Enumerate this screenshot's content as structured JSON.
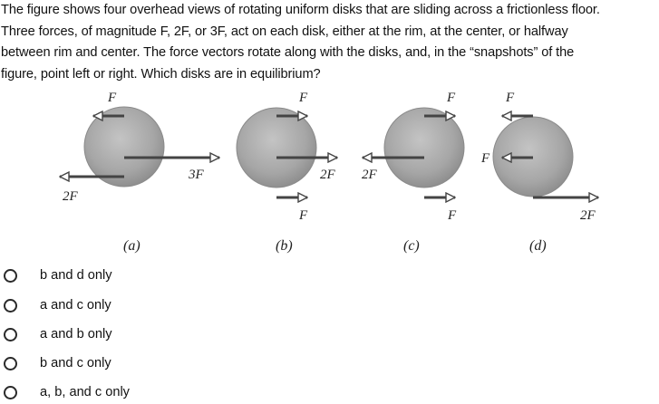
{
  "question": {
    "line1": "The figure shows four overhead views of rotating uniform disks that are sliding across a frictionless floor.",
    "line2": "Three forces, of magnitude F, 2F, or 3F, act on each disk, either at the rim, at the center, or halfway",
    "line3": "between rim and center. The force vectors rotate along with the disks, and, in the “snapshots” of the",
    "line4": "figure, point left or right. Which disks are in equilibrium?"
  },
  "figure": {
    "disk_a": {
      "caption": "(a)",
      "labels": {
        "top": "F",
        "right": "3F",
        "left": "2F"
      }
    },
    "disk_b": {
      "caption": "(b)",
      "labels": {
        "top": "F",
        "right": "2F",
        "bottom": "F"
      }
    },
    "disk_c": {
      "caption": "(c)",
      "labels": {
        "top": "F",
        "left": "2F",
        "bottom": "F"
      }
    },
    "disk_d": {
      "caption": "(d)",
      "labels": {
        "top": "F",
        "left": "F",
        "right": "2F"
      }
    },
    "colors": {
      "disk": "#a6a6a6",
      "arrow": "#444444",
      "arrow_head_fill": "#ffffff"
    }
  },
  "options": [
    {
      "label": "b and d only"
    },
    {
      "label": "a and c only"
    },
    {
      "label": "a and b only"
    },
    {
      "label": "b and c only"
    },
    {
      "label": "a, b, and c only"
    }
  ]
}
